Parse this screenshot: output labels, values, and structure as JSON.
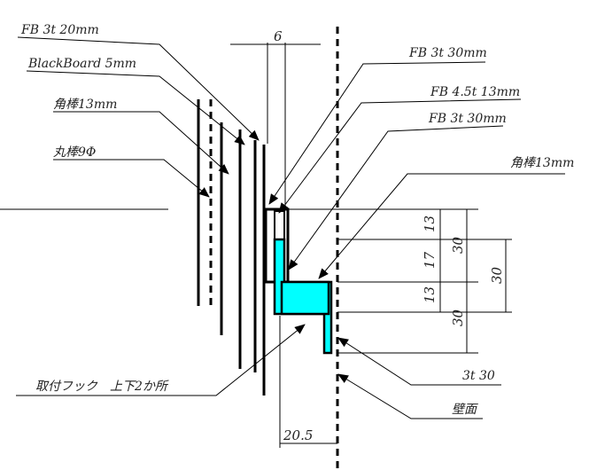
{
  "labels": {
    "fb_3t_20": "FB 3t 20mm",
    "blackboard": "BlackBoard 5mm",
    "kakubo_left": "角棒13mm",
    "marubo": "丸棒9Φ",
    "fb_3t_30_top": "FB 3t 30mm",
    "fb_45t_13": "FB 4.5t 13mm",
    "fb_3t_30_mid": "FB 3t 30mm",
    "kakubo_right": "角棒13mm",
    "hook": "取付フック　上下2か所",
    "t30": "3t 30",
    "wall": "壁面"
  },
  "dimensions": {
    "top_gap": "6",
    "d13_upper": "13",
    "d17": "17",
    "d13_lower": "13",
    "d30_upper": "30",
    "d30_lower": "30",
    "d30_overall": "30",
    "d20_5": "20.5"
  },
  "colors": {
    "accent": "#00ffff",
    "line": "#000000",
    "text": "#222222"
  }
}
